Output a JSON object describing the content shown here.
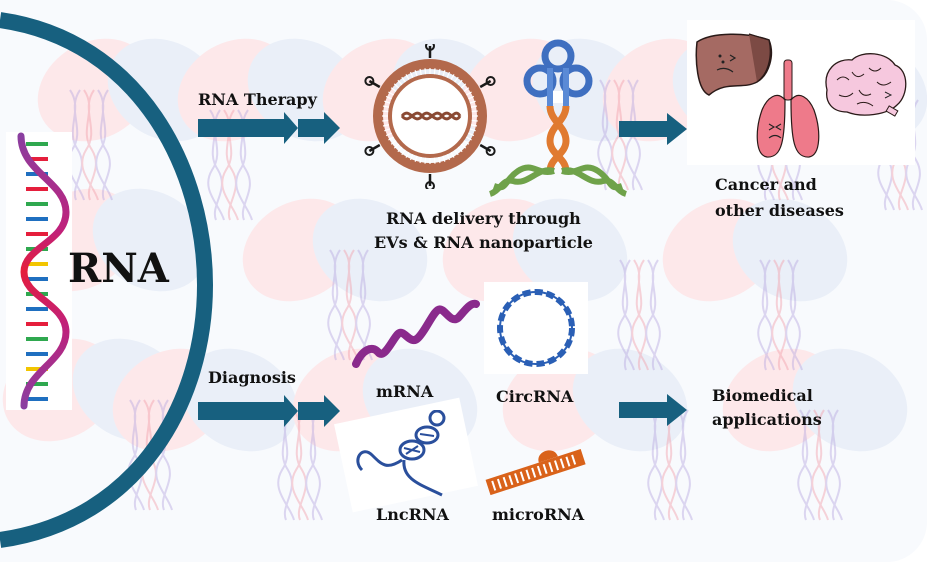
{
  "diagram": {
    "center_label": "RNA",
    "branches": [
      {
        "id": "therapy",
        "label": "RNA Therapy",
        "middle_caption_line1": "RNA delivery through",
        "middle_caption_line2": "EVs & RNA nanoparticle",
        "outcome_line1": "Cancer and",
        "outcome_line2": "other diseases",
        "illustrations": [
          "extracellular-vesicle-icon",
          "rna-nanoparticle-icon",
          "liver-icon",
          "lungs-icon",
          "brain-icon"
        ]
      },
      {
        "id": "diagnosis",
        "label": "Diagnosis",
        "rna_types": [
          "mRNA",
          "CircRNA",
          "LncRNA",
          "microRNA"
        ],
        "outcome_line1": "Biomedical",
        "outcome_line2": "applications"
      }
    ]
  },
  "colors": {
    "arc": "#17607f",
    "arrow": "#17607f",
    "vesicle": "#b3694c",
    "nanoparticle_loop": "#3f6fc0",
    "nanoparticle_orange": "#e07a30",
    "nanoparticle_green": "#6fa24a",
    "mrna": "#8a2a8c",
    "circrna": "#2a5fb5",
    "lncrna": "#2a4f9c",
    "microrna": "#d9621a",
    "liver": "#a56a63",
    "lungs": "#ee7a8a",
    "brain": "#f6c8de",
    "bg_pill_red": "#fde6e8",
    "bg_pill_blue": "#e8eef8"
  }
}
